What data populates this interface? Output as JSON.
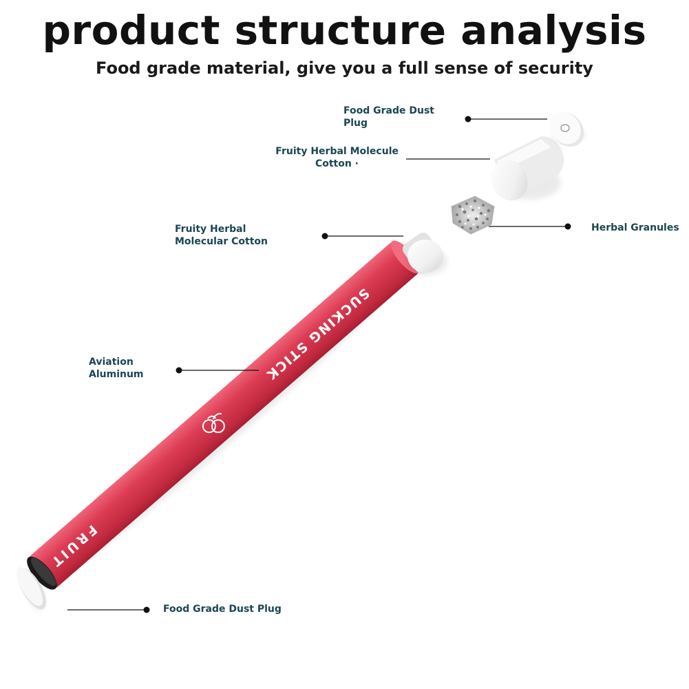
{
  "header": {
    "title": "product structure analysis",
    "subtitle": "Food grade material, give you a full sense of security"
  },
  "callouts": {
    "dust_plug_top": {
      "line1": "Food Grade Dust",
      "line2": "Plug"
    },
    "molecule_cotton": {
      "line1": "Fruity Herbal Molecule",
      "line2": "Cotton ·"
    },
    "herbal_granules": {
      "line1": "Herbal Granules"
    },
    "molecular_cotton": {
      "line1": "Fruity Herbal",
      "line2": "Molecular Cotton"
    },
    "aviation_aluminum": {
      "line1": "Aviation",
      "line2": "Aluminum"
    },
    "dust_plug_bottom": {
      "line1": "Food Grade Dust Plug"
    }
  },
  "tube": {
    "text_top": "SUCKING STICK",
    "text_bottom": "FRUIT"
  },
  "colors": {
    "tube": "#d8394f",
    "label": "#1c4553",
    "leader": "#111111"
  },
  "icons": {
    "fruit": "apple-icon"
  }
}
